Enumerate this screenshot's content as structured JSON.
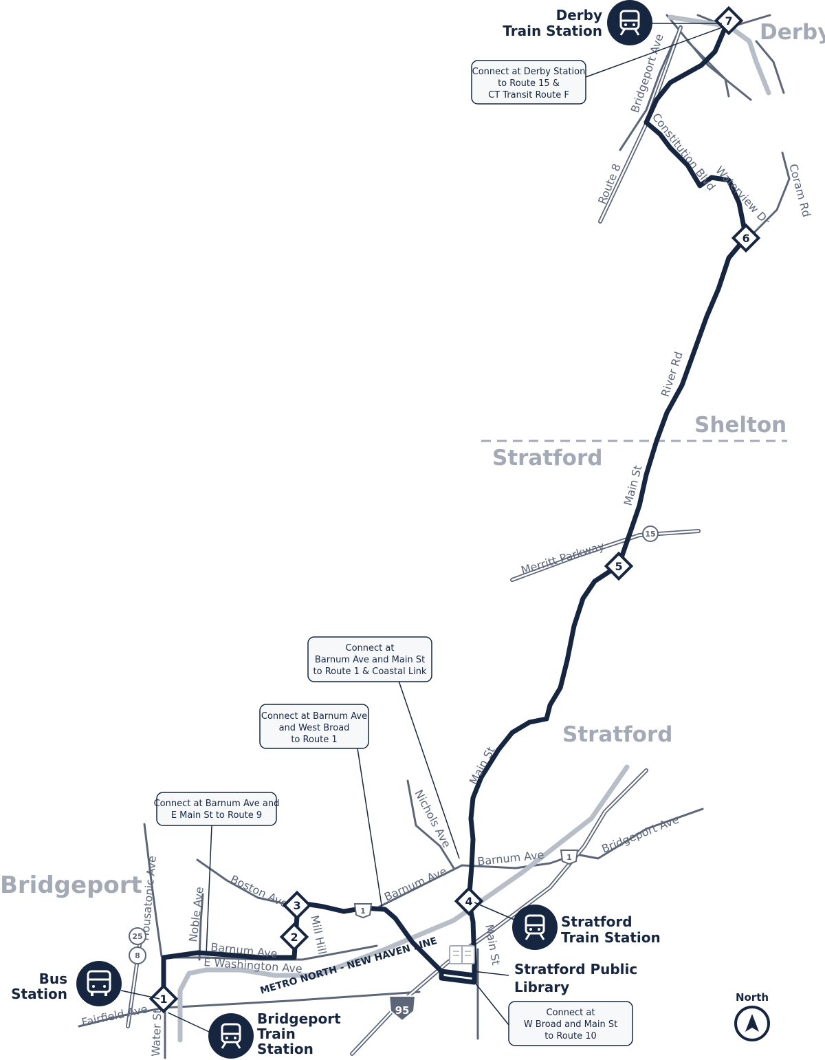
{
  "towns": {
    "derby": "Derby",
    "shelton": "Shelton",
    "stratford_north": "Stratford",
    "stratford_south": "Stratford",
    "bridgeport": "Bridgeport"
  },
  "places": {
    "derby_station": [
      "Derby",
      "Train Station"
    ],
    "stratford_station": [
      "Stratford",
      "Train Station"
    ],
    "library": [
      "Stratford Public",
      "Library"
    ],
    "bus_station": [
      "Bus",
      "Station"
    ],
    "bridgeport_station": [
      "Bridgeport",
      "Train",
      "Station"
    ]
  },
  "streets": {
    "bridgeport_ave_north": "Bridgeport Ave",
    "route_8": "Route 8",
    "constitution_blvd": "Constitution Blvd",
    "waterview_dr": "Waterview Dr",
    "coram_rd": "Coram Rd",
    "river_rd": "River Rd",
    "main_st_north": "Main St",
    "merritt_parkway": "Merritt Parkway",
    "main_st_mid": "Main St",
    "nichols_ave": "Nichols Ave",
    "barnum_ave_east": "Barnum Ave",
    "bridgeport_ave_south": "Bridgeport Ave",
    "barnum_ave_mid": "Barnum Ave",
    "boston_ave": "Boston Ave",
    "mill_hill": "Mill Hill",
    "noble_ave": "Noble Ave",
    "barnum_ave_west": "Barnum Ave",
    "e_washington_ave": "E Washington Ave",
    "housatonic_ave": "Housatonic Ave",
    "fairfield_ave": "Fairfield Ave",
    "water_st": "Water St",
    "main_st_south": "Main St",
    "metro_north": "METRO NORTH - NEW HAVEN LINE"
  },
  "shields": {
    "route_15": "15",
    "route_1_a": "1",
    "route_1_b": "1",
    "route_25": "25",
    "route_8": "8",
    "i95": "95"
  },
  "stops": [
    "1",
    "2",
    "3",
    "4",
    "5",
    "6",
    "7"
  ],
  "callouts": {
    "derby": [
      "Connect at Derby Station",
      "to Route 15 &",
      "CT Transit Route F"
    ],
    "barnum_main": [
      "Connect at",
      "Barnum Ave and Main St",
      "to Route 1 & Coastal Link"
    ],
    "barnum_westbroad": [
      "Connect at Barnum Ave",
      "and West Broad",
      "to Route 1"
    ],
    "barnum_emain": [
      "Connect at Barnum Ave and",
      "E Main St to Route 9"
    ],
    "wbroad_main": [
      "Connect at",
      "W Broad and Main St",
      "to Route 10"
    ]
  },
  "north_label": "North",
  "colors": {
    "route": "#162640",
    "road": "#5c6678",
    "rail": "#b8bec8",
    "town": "#a3aab6"
  }
}
